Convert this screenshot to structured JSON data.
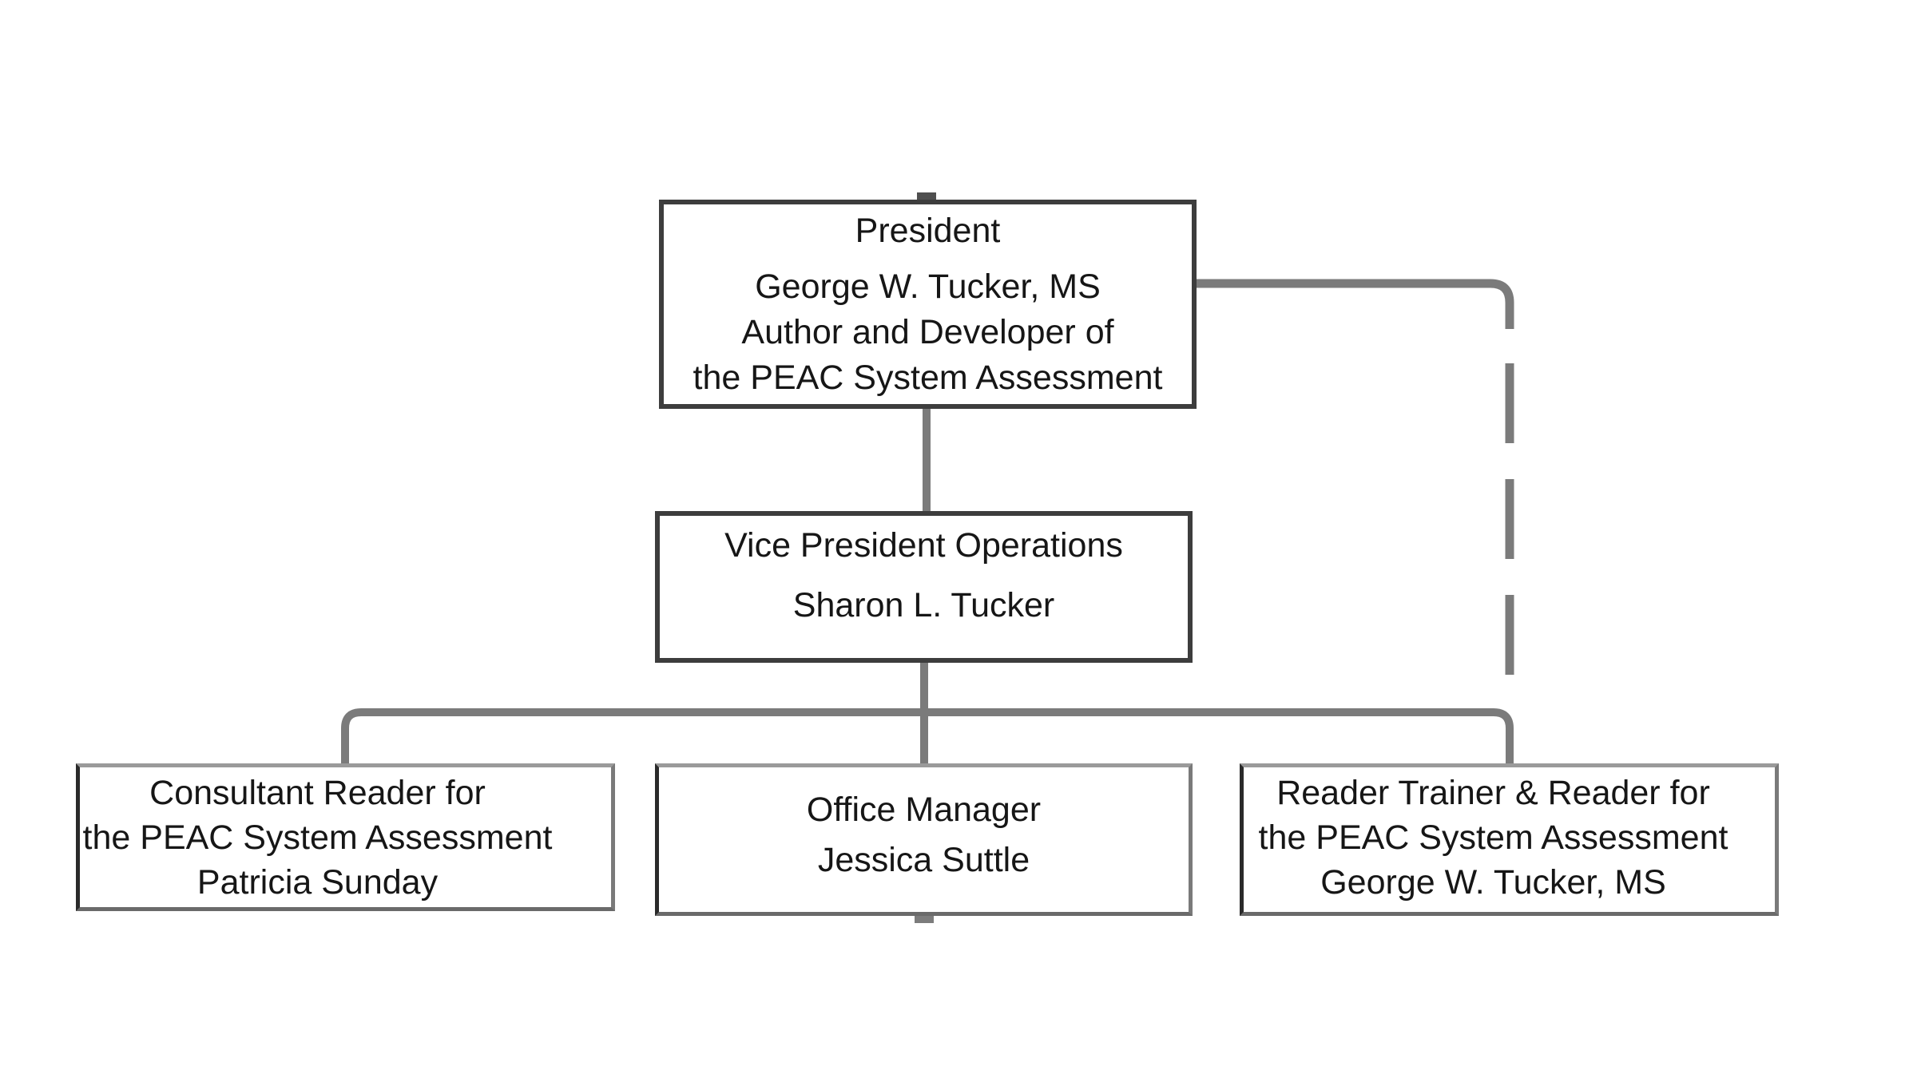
{
  "diagram": {
    "type": "org-chart",
    "background": "#ffffff",
    "nodes": {
      "president": {
        "title": "President",
        "line1": "George W. Tucker, MS",
        "line2": "Author and Developer of",
        "line3": "the PEAC System Assessment"
      },
      "vp": {
        "title": "Vice President Operations",
        "name": "Sharon L. Tucker"
      },
      "consultant": {
        "line1": "Consultant Reader for",
        "line2": "the PEAC System Assessment",
        "name": "Patricia Sunday"
      },
      "office": {
        "title": "Office Manager",
        "name": "Jessica Suttle"
      },
      "trainer": {
        "line1": "Reader Trainer & Reader for",
        "line2": "the PEAC System Assessment",
        "name": "George W. Tucker, MS"
      }
    },
    "connections": [
      {
        "from": "president",
        "to": "vp",
        "style": "solid"
      },
      {
        "from": "vp",
        "to": "consultant",
        "style": "solid"
      },
      {
        "from": "vp",
        "to": "office",
        "style": "solid"
      },
      {
        "from": "vp",
        "to": "trainer",
        "style": "solid"
      },
      {
        "from": "president",
        "to": "trainer",
        "style": "dashed"
      }
    ],
    "colors": {
      "connector": "#7b7b7b",
      "box_border_dark": "#3d3d3d",
      "box_border_light_top": "#9a9a9a",
      "text": "#161616",
      "background": "#ffffff"
    }
  }
}
